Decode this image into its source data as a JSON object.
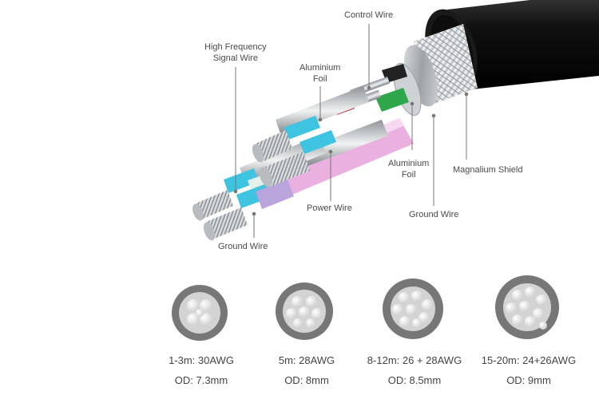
{
  "callouts": {
    "control_wire": "Control Wire",
    "high_frequency_line1": "High Frequency",
    "high_frequency_line2": "Signal Wire",
    "aluminium_foil_top_line1": "Aluminium",
    "aluminium_foil_top_line2": "Foil",
    "aluminium_foil_right_line1": "Aluminium",
    "aluminium_foil_right_line2": "Foil",
    "magnalium_shield": "Magnalium Shield",
    "power_wire": "Power Wire",
    "ground_wire_right": "Ground Wire",
    "ground_wire_left": "Ground Wire"
  },
  "sizes": [
    {
      "length": "1-3m: 30AWG",
      "od": "OD: 7.3mm"
    },
    {
      "length": "5m: 28AWG",
      "od": "OD: 8mm"
    },
    {
      "length": "8-12m: 26 + 28AWG",
      "od": "OD: 8.5mm"
    },
    {
      "length": "15-20m: 24+26AWG",
      "od": "OD: 9mm"
    }
  ],
  "colors": {
    "jacket": "#1c1c1c",
    "braid": "#b9bcbe",
    "signal_blue": "#3ec3e0",
    "power_pink": "#e7a6dc",
    "green": "#2ea64a",
    "red": "#d0202a",
    "lavender": "#b9a4dc",
    "cross_section_outer": "#777777",
    "cross_section_inner": "#d3d3d3"
  }
}
